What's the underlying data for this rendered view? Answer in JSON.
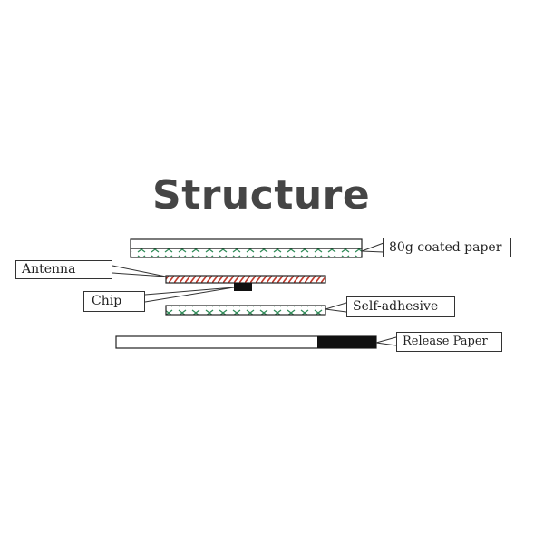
{
  "title": "Structure",
  "labels": {
    "coated_paper": "80g coated paper",
    "antenna": "Antenna",
    "chip": "Chip",
    "self_adhesive": "Self-adhesive",
    "release_paper": "Release Paper"
  },
  "colors": {
    "title": "#454545",
    "layer_outline": "#222222",
    "cross_pattern": "#2e8b57",
    "antenna_hatch": "#c0392b",
    "chip": "#111111",
    "release_black": "#111111"
  }
}
